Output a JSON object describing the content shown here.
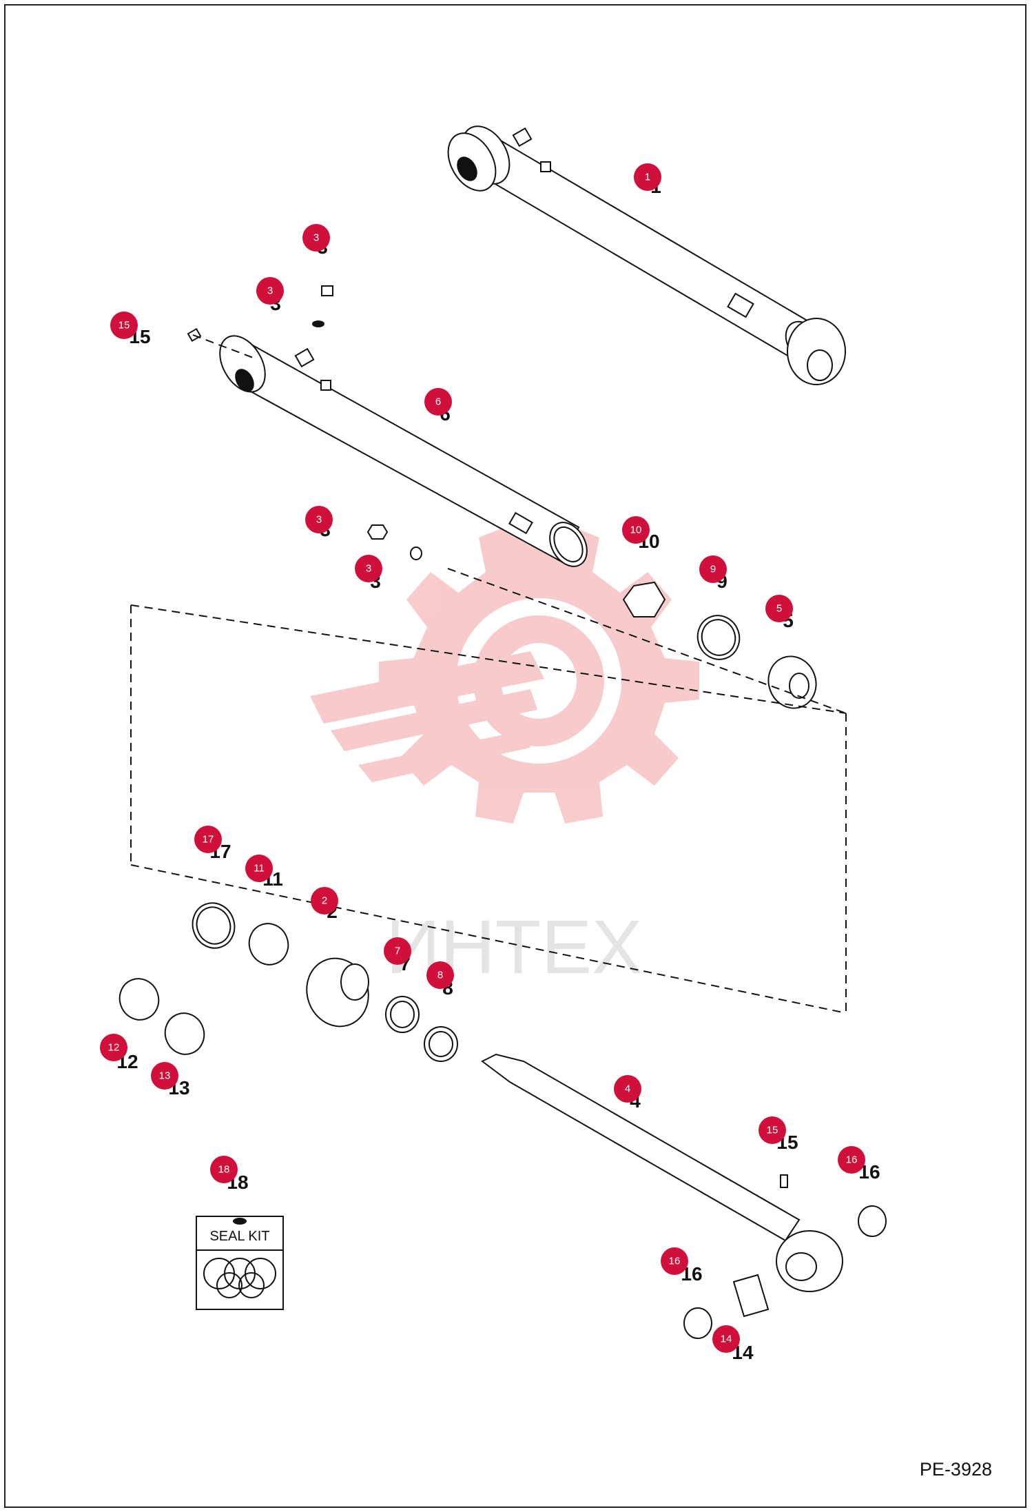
{
  "diagram": {
    "watermark_text": "ИНТЕХ",
    "page_code": "PE-3928",
    "seal_kit_label": "SEAL KIT",
    "colors": {
      "badge": "#d0103a",
      "watermark": "#f7c6c6",
      "line": "#111111"
    },
    "callouts": [
      {
        "id": "c1",
        "badge": "1",
        "number": "1"
      },
      {
        "id": "c3a",
        "badge": "3",
        "number": "3"
      },
      {
        "id": "c3b",
        "badge": "3",
        "number": "3"
      },
      {
        "id": "c15a",
        "badge": "15",
        "number": "15"
      },
      {
        "id": "c6",
        "badge": "6",
        "number": "6"
      },
      {
        "id": "c3c",
        "badge": "3",
        "number": "3"
      },
      {
        "id": "c3d",
        "badge": "3",
        "number": "3"
      },
      {
        "id": "c10",
        "badge": "10",
        "number": "10"
      },
      {
        "id": "c9",
        "badge": "9",
        "number": "9"
      },
      {
        "id": "c5",
        "badge": "5",
        "number": "5"
      },
      {
        "id": "c17",
        "badge": "17",
        "number": "17"
      },
      {
        "id": "c11",
        "badge": "11",
        "number": "11"
      },
      {
        "id": "c2",
        "badge": "2",
        "number": "2"
      },
      {
        "id": "c7",
        "badge": "7",
        "number": "7"
      },
      {
        "id": "c8",
        "badge": "8",
        "number": "8"
      },
      {
        "id": "c12",
        "badge": "12",
        "number": "12"
      },
      {
        "id": "c13",
        "badge": "13",
        "number": "13"
      },
      {
        "id": "c4",
        "badge": "4",
        "number": "4"
      },
      {
        "id": "c15b",
        "badge": "15",
        "number": "15"
      },
      {
        "id": "c16a",
        "badge": "16",
        "number": "16"
      },
      {
        "id": "c18",
        "badge": "18",
        "number": "18"
      },
      {
        "id": "c16b",
        "badge": "16",
        "number": "16"
      },
      {
        "id": "c14",
        "badge": "14",
        "number": "14"
      }
    ]
  }
}
